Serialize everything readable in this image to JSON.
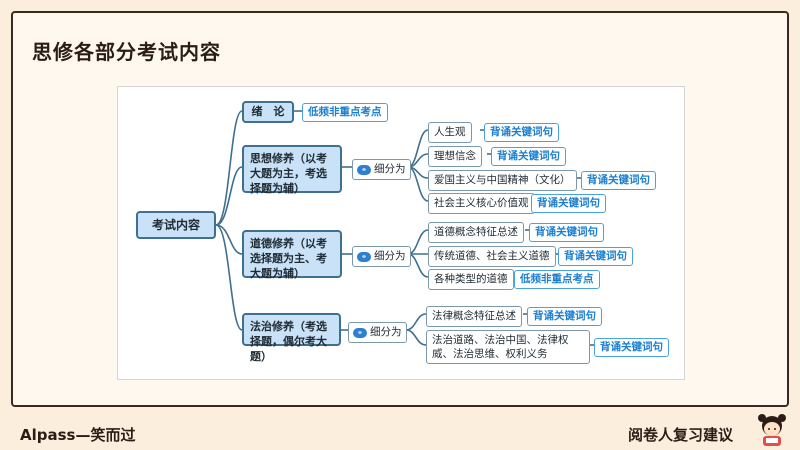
{
  "title": "思修各部分考试内容",
  "footer": {
    "brand": "Alpass—笑而过",
    "advice": "阅卷人复习建议"
  },
  "mindmap": {
    "root": "考试内容",
    "sub_label": "细分为",
    "tag_key": "背诵关键词句",
    "tag_low": "低频非重点考点",
    "branches": [
      {
        "label": "绪　论"
      },
      {
        "label": "思想修养（以考大题为主，考选择题为辅）",
        "leaves": [
          "人生观",
          "理想信念",
          "爱国主义与中国精神（文化）",
          "社会主义核心价值观"
        ]
      },
      {
        "label": "道德修养（以考选择题为主、考大题为辅）",
        "leaves": [
          "道德概念特征总述",
          "传统道德、社会主义道德",
          "各种类型的道德"
        ]
      },
      {
        "label": "法治修养（考选择题，偶尔考大题）",
        "leaves": [
          "法律概念特征总述",
          "法治道路、法治中国、法律权威、法治思维、权利义务"
        ]
      }
    ]
  }
}
